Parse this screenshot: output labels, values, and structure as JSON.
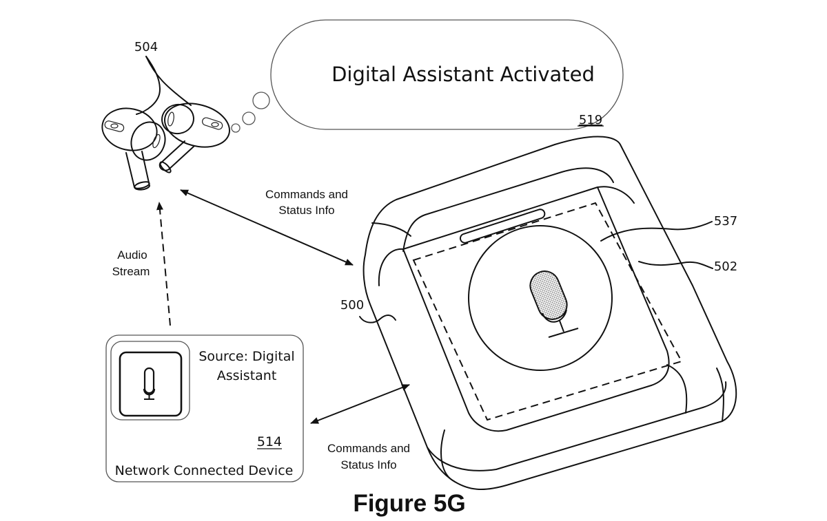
{
  "figure": {
    "caption": "Figure 5G"
  },
  "bubble": {
    "text": "Digital Assistant Activated",
    "ref": "519"
  },
  "earbuds": {
    "ref": "504"
  },
  "device": {
    "source_line1": "Source: Digital",
    "source_line2": "Assistant",
    "ref": "514",
    "label": "Network Connected Device",
    "icon": "microphone-icon"
  },
  "case": {
    "ref": "500",
    "button_ref": "537",
    "display_ref": "502",
    "icon": "microphone-icon"
  },
  "links": {
    "earbuds_case_line1": "Commands and",
    "earbuds_case_line2": "Status Info",
    "device_case_line1": "Commands and",
    "device_case_line2": "Status Info",
    "audio_line1": "Audio",
    "audio_line2": "Stream"
  }
}
